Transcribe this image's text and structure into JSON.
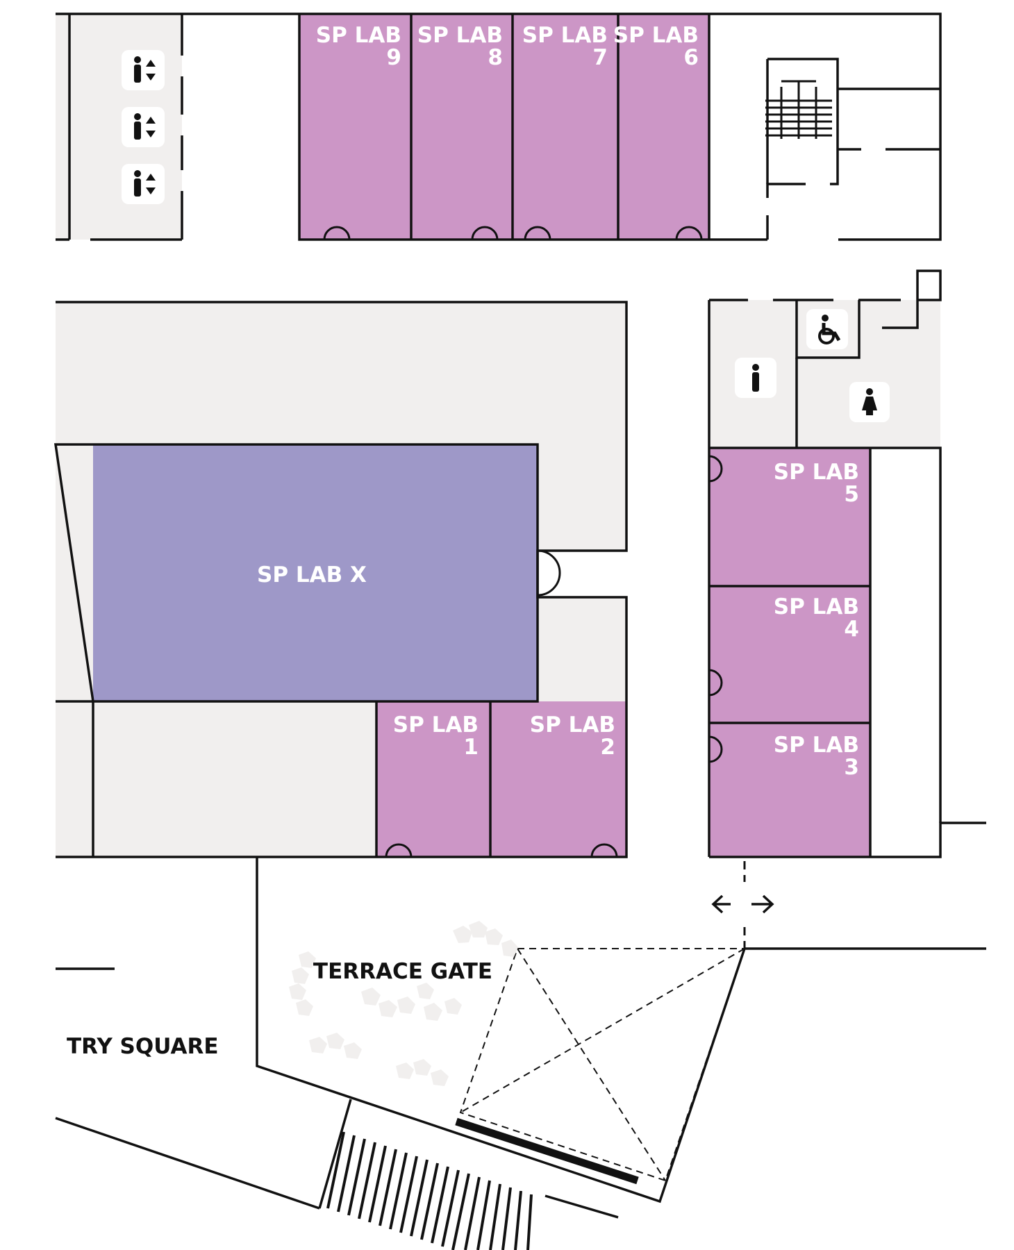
{
  "colors": {
    "lab": "#cc96c6",
    "lab_x": "#9e98c8",
    "common": "#f1efee",
    "wall": "#111111",
    "label_on_room": "#ffffff"
  },
  "rooms": {
    "lab9": {
      "line1": "SP LAB",
      "line2": "9"
    },
    "lab8": {
      "line1": "SP LAB",
      "line2": "8"
    },
    "lab7": {
      "line1": "SP LAB",
      "line2": "7"
    },
    "lab6": {
      "line1": "SP LAB",
      "line2": "6"
    },
    "lab5": {
      "line1": "SP LAB",
      "line2": "5"
    },
    "lab4": {
      "line1": "SP LAB",
      "line2": "4"
    },
    "lab3": {
      "line1": "SP LAB",
      "line2": "3"
    },
    "lab2": {
      "line1": "SP LAB",
      "line2": "2"
    },
    "lab1": {
      "line1": "SP LAB",
      "line2": "1"
    },
    "labx": {
      "line1": "SP LAB X"
    }
  },
  "areas": {
    "terrace_gate": "TERRACE GATE",
    "try_square": "TRY SQUARE"
  },
  "icons": {
    "restroom_all_gender": "all-gender-restroom-icon",
    "restroom_men": "men-restroom-icon",
    "restroom_women": "women-restroom-icon",
    "accessible": "wheelchair-accessible-icon",
    "stairs": "stairs-icon",
    "entrance": "two-way-entrance-arrow-icon"
  }
}
